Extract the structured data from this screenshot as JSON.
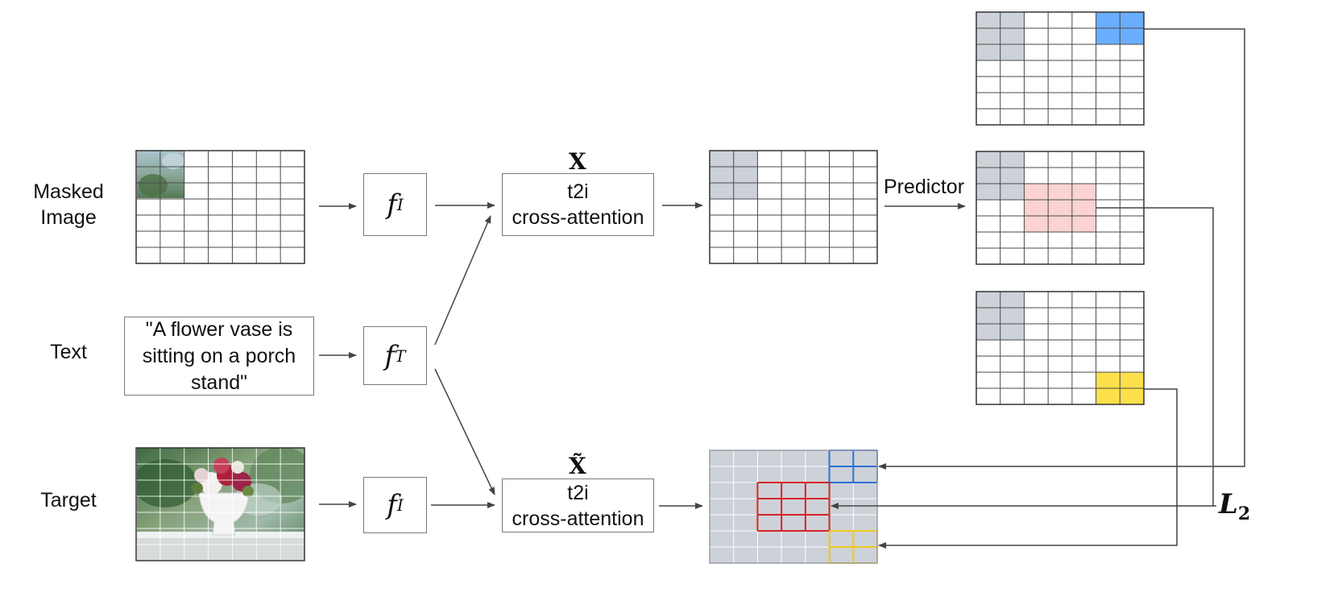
{
  "labels": {
    "masked_image": "Masked Image",
    "text": "Text",
    "target": "Target"
  },
  "text_prompt": "\"A flower vase is sitting on a porch stand\"",
  "encoders": {
    "image_encoder": {
      "symbol": "f",
      "subscript": "I"
    },
    "text_encoder": {
      "symbol": "f",
      "subscript": "T"
    }
  },
  "cross_attention": {
    "line1": "t2i",
    "line2": "cross-attention",
    "context_symbol": "X",
    "target_symbol": "X̃"
  },
  "predictor_label": "Predictor",
  "loss": {
    "symbol": "L",
    "subscript": "2"
  },
  "colors": {
    "grid_line": "#4a4a4a",
    "context_patch": "#cdd1d8",
    "blue_block": "#6aaeff",
    "pink_block": "#fbd3d3",
    "yellow_block": "#fce04c",
    "blue_outline": "#2a72d9",
    "red_outline": "#d62424",
    "yellow_outline": "#f2c81c",
    "arrow": "#444444"
  }
}
